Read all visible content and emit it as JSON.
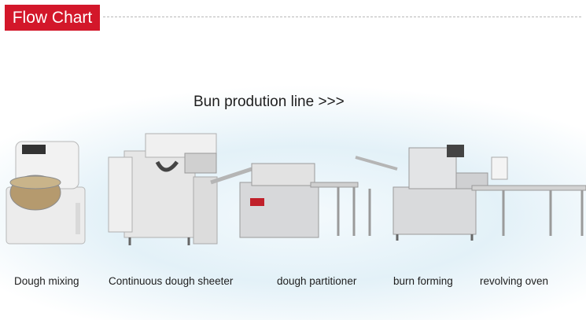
{
  "header": {
    "title": "Flow Chart"
  },
  "diagram": {
    "title": "Bun prodution line  >>>",
    "stages": [
      {
        "label": "Dough mixing"
      },
      {
        "label": "Continuous dough sheeter"
      },
      {
        "label": "dough partitioner"
      },
      {
        "label": "burn forming"
      },
      {
        "label": "revolving oven"
      }
    ]
  },
  "colors": {
    "accent": "#d3172a",
    "machine": "#dcdcdc",
    "steel": "#a9adb2"
  }
}
